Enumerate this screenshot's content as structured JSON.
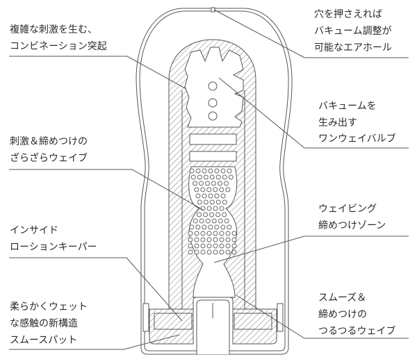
{
  "labels_left": [
    {
      "id": "combination-bumps",
      "lines": [
        "複雑な刺激を生む、",
        "コンビネーション突起"
      ]
    },
    {
      "id": "rough-wave",
      "lines": [
        "刺激＆締めつけの",
        "ざらざらウェイブ"
      ]
    },
    {
      "id": "inside-lotion-keeper",
      "lines": [
        "インサイド",
        "ローションキーパー"
      ]
    },
    {
      "id": "smooth-pad",
      "lines": [
        "柔らかくウェット",
        "な感触の新構造",
        "スムースパット"
      ]
    }
  ],
  "labels_right": [
    {
      "id": "air-hole",
      "lines": [
        "穴を押さえれば",
        "バキューム調整が",
        "可能なエアホール"
      ]
    },
    {
      "id": "one-way-valve",
      "lines": [
        "バキュームを",
        "生み出す",
        "ワンウェイバルブ"
      ]
    },
    {
      "id": "waving-zone",
      "lines": [
        "ウェイビング",
        "締めつけゾーン"
      ]
    },
    {
      "id": "smooth-wave",
      "lines": [
        "スムーズ＆",
        "締めつけの",
        "つるつるウェイブ"
      ]
    }
  ],
  "colors": {
    "line": "#555555",
    "text": "#2a2a2a"
  }
}
